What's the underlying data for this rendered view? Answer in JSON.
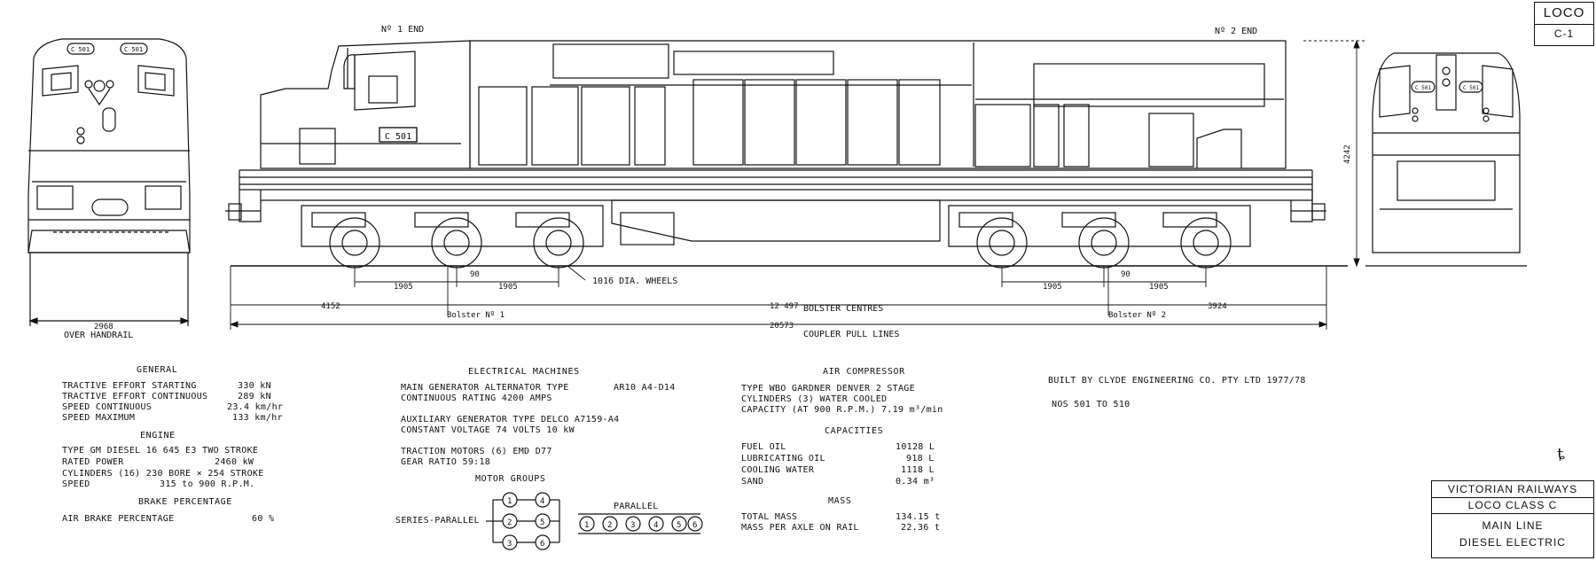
{
  "labels": {
    "no1_end": "Nº 1 END",
    "no2_end": "Nº 2 END",
    "loco_number": "C 501",
    "front_plate_left": "C 501",
    "front_plate_right": "C 501",
    "rear_plate_left": "C 501",
    "rear_plate_right": "C 501",
    "height": "4242",
    "wheels": "1016 DIA. WHEELS",
    "width_value": "2968",
    "width_caption": "OVER HANDRAIL",
    "bolster1": "Bolster Nº 1",
    "bolster2": "Bolster Nº 2",
    "bolster_centres_label": "BOLSTER CENTRES",
    "coupler_label": "COUPLER PULL LINES"
  },
  "dimensions": {
    "left_overhang": "4152",
    "bolster_centres": "12 497",
    "right_overhang": "3924",
    "coupler": "20573",
    "wheelbase_a1": "1905",
    "gap_a": "90",
    "wheelbase_a2": "1905",
    "wheelbase_b1": "1905",
    "gap_b": "90",
    "wheelbase_b2": "1905"
  },
  "title_block": {
    "loco": "LOCO",
    "code": "C-1",
    "railway": "VICTORIAN RAILWAYS",
    "loco_class": "LOCO CLASS    C",
    "type1": "MAIN LINE",
    "type2": "DIESEL ELECTRIC",
    "signature": "ȶ"
  },
  "general": {
    "heading": "GENERAL",
    "rows": [
      {
        "label": "TRACTIVE EFFORT STARTING",
        "value": "330 kN"
      },
      {
        "label": "TRACTIVE EFFORT CONTINUOUS",
        "value": "289 kN"
      },
      {
        "label": "SPEED CONTINUOUS",
        "value": "23.4 km/hr"
      },
      {
        "label": "SPEED MAXIMUM",
        "value": "133 km/hr"
      }
    ]
  },
  "engine": {
    "heading": "ENGINE",
    "rows": [
      {
        "label": "TYPE GM DIESEL 16 645 E3 TWO STROKE",
        "value": ""
      },
      {
        "label": "RATED POWER",
        "value": "2460 kW"
      },
      {
        "label": "CYLINDERS (16) 230 BORE × 254 STROKE",
        "value": ""
      },
      {
        "label": "SPEED",
        "value": "315 to 900 R.P.M."
      }
    ]
  },
  "brake": {
    "heading": "BRAKE PERCENTAGE",
    "rows": [
      {
        "label": "AIR BRAKE PERCENTAGE",
        "value": "60 %"
      }
    ]
  },
  "electrical": {
    "heading": "ELECTRICAL MACHINES",
    "line1": "MAIN GENERATOR ALTERNATOR TYPE",
    "line1_value": "AR10 A4-D14",
    "line2": "CONTINUOUS RATING   4200 AMPS",
    "line3": "AUXILIARY GENERATOR TYPE DELCO A7159-A4",
    "line4": "CONSTANT VOLTAGE  74 VOLTS  10 kW",
    "line5": "TRACTION MOTORS (6) EMD D77",
    "line6": "GEAR RATIO  59:18",
    "motor_groups": "MOTOR GROUPS",
    "series_parallel": "SERIES-PARALLEL",
    "parallel": "PARALLEL",
    "motor_numbers": [
      "1",
      "2",
      "3",
      "4",
      "5",
      "6"
    ]
  },
  "air_compressor": {
    "heading": "AIR COMPRESSOR",
    "line1": "TYPE WBO  GARDNER DENVER 2 STAGE",
    "line2": "CYLINDERS (3) WATER COOLED",
    "line3": "CAPACITY (AT 900 R.P.M.) 7.19 m³/min"
  },
  "capacities": {
    "heading": "CAPACITIES",
    "rows": [
      {
        "label": "FUEL OIL",
        "value": "10128 L"
      },
      {
        "label": "LUBRICATING OIL",
        "value": "918 L"
      },
      {
        "label": "COOLING WATER",
        "value": "1118 L"
      },
      {
        "label": "SAND",
        "value": "0.34 m³"
      }
    ]
  },
  "mass": {
    "heading": "MASS",
    "rows": [
      {
        "label": "TOTAL MASS",
        "value": "134.15 t"
      },
      {
        "label": "MASS PER AXLE ON RAIL",
        "value": "22.36 t"
      }
    ]
  },
  "builder": {
    "line1": "BUILT BY CLYDE ENGINEERING CO. PTY LTD  1977/78",
    "line2": "NOS   501   TO   510"
  }
}
